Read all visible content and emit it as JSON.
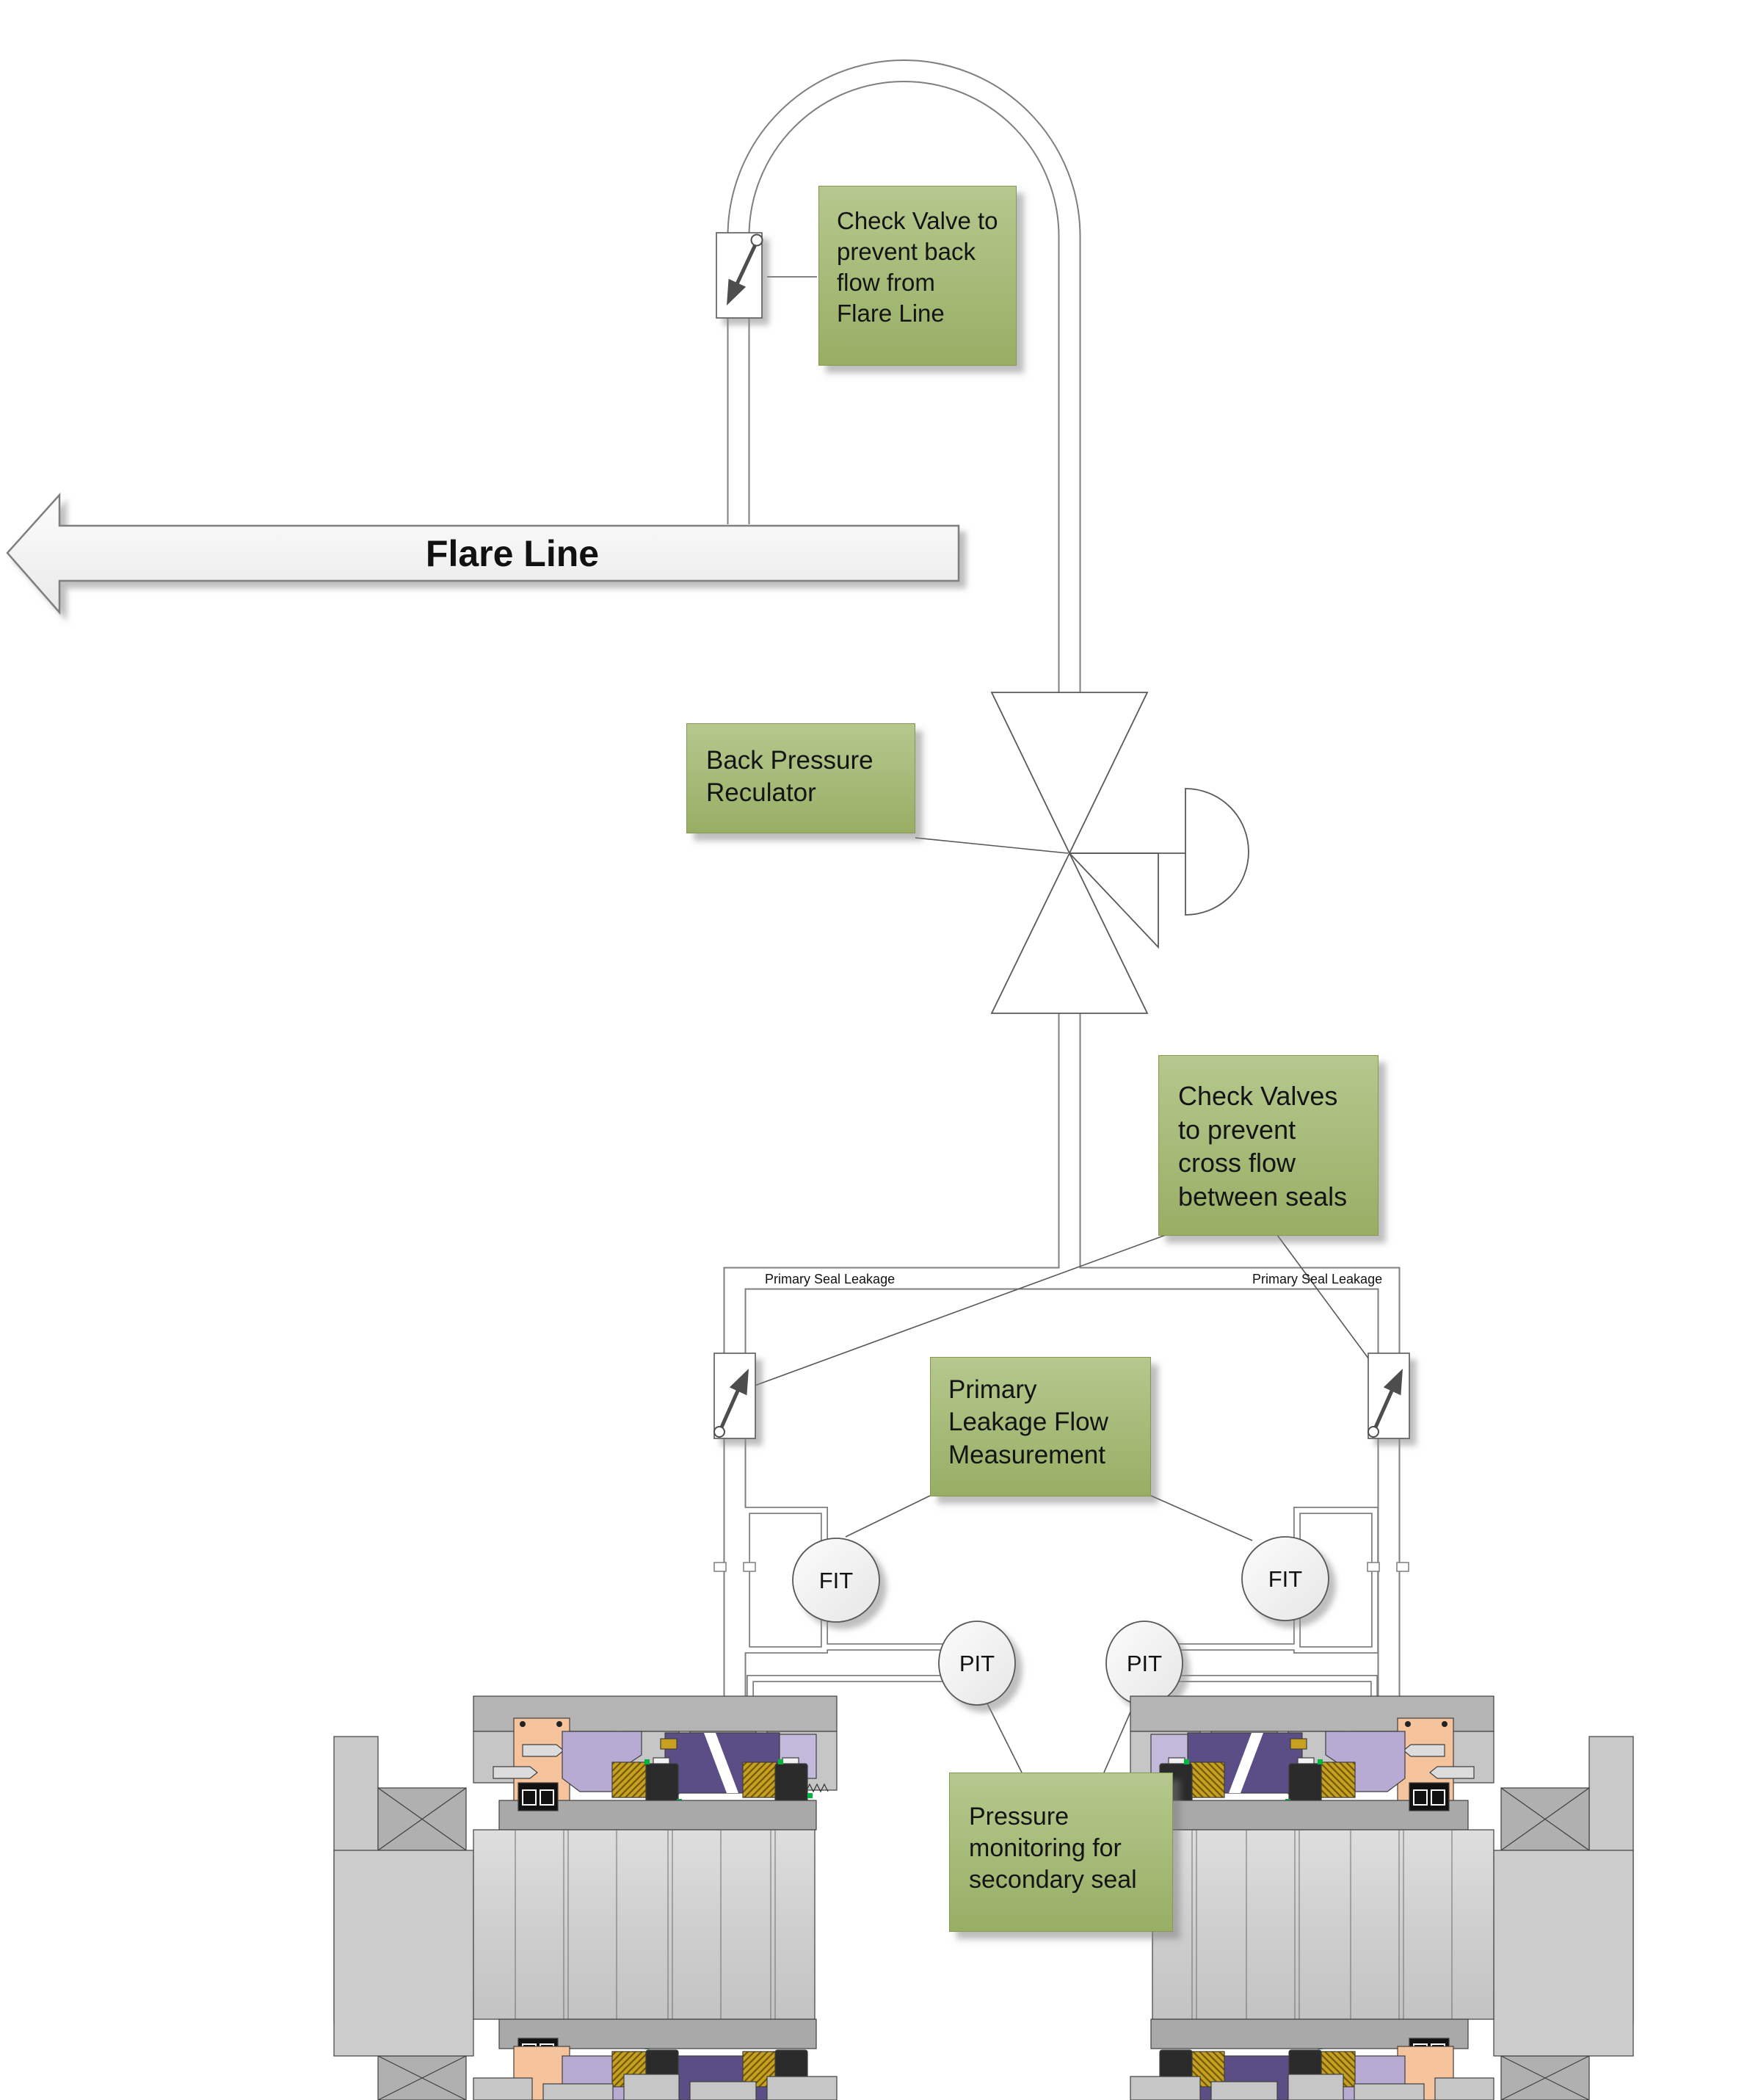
{
  "diagram": {
    "title_labels": {
      "check_valve_top": "Check Valve to\nprevent back\nflow from\nFlare Line",
      "back_pressure_regulator": "Back Pressure\nReculator",
      "cross_flow_check_valves": "Check Valves\nto prevent\ncross flow\nbetween seals",
      "primary_leakage_flow": "Primary\nLeakage Flow\nMeasurement",
      "pressure_monitoring": "Pressure\nmonitoring for\nsecondary seal"
    },
    "flare_line": {
      "label": "Flare Line"
    },
    "line_labels": {
      "primary_seal_leakage_left": "Primary Seal Leakage",
      "primary_seal_leakage_right": "Primary Seal Leakage"
    },
    "instruments": {
      "fit_left": "FIT",
      "fit_right": "FIT",
      "pit_left": "PIT",
      "pit_right": "PIT"
    },
    "colors": {
      "label_green": "#a9bd7c",
      "pipe_edge": "#7f7f7f",
      "symbol_stroke": "#595959",
      "seal_orange": "#f6c49c",
      "seal_lavender": "#b7abd4",
      "seal_purple": "#5b4d85",
      "seal_gold": "#c8a020",
      "instrument_fill": "#f2f2f2"
    }
  }
}
